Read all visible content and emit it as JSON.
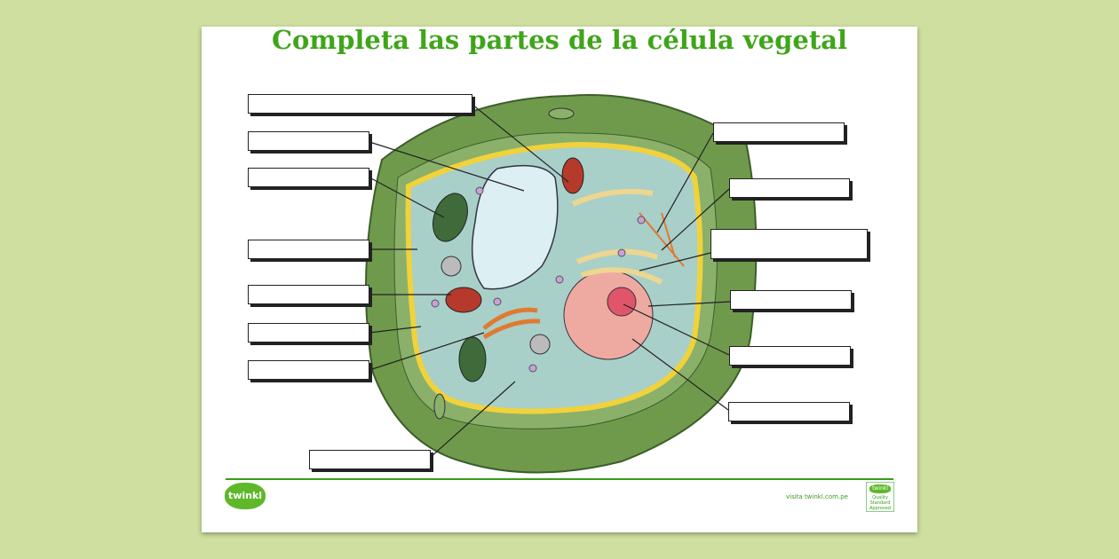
{
  "title": "Completa las partes de la célula vegetal",
  "footer": {
    "logo": "twinkl",
    "site": "visita twinkl.com.pe",
    "badge": "twinkl",
    "badge_text": "Quality Standard Approved"
  },
  "colors": {
    "background": "#cfdf9f",
    "title": "#3fa51a",
    "cell_wall": "#6f9a4c",
    "cytoplasm": "#a9cfc9",
    "membrane": "#f1d23a"
  }
}
